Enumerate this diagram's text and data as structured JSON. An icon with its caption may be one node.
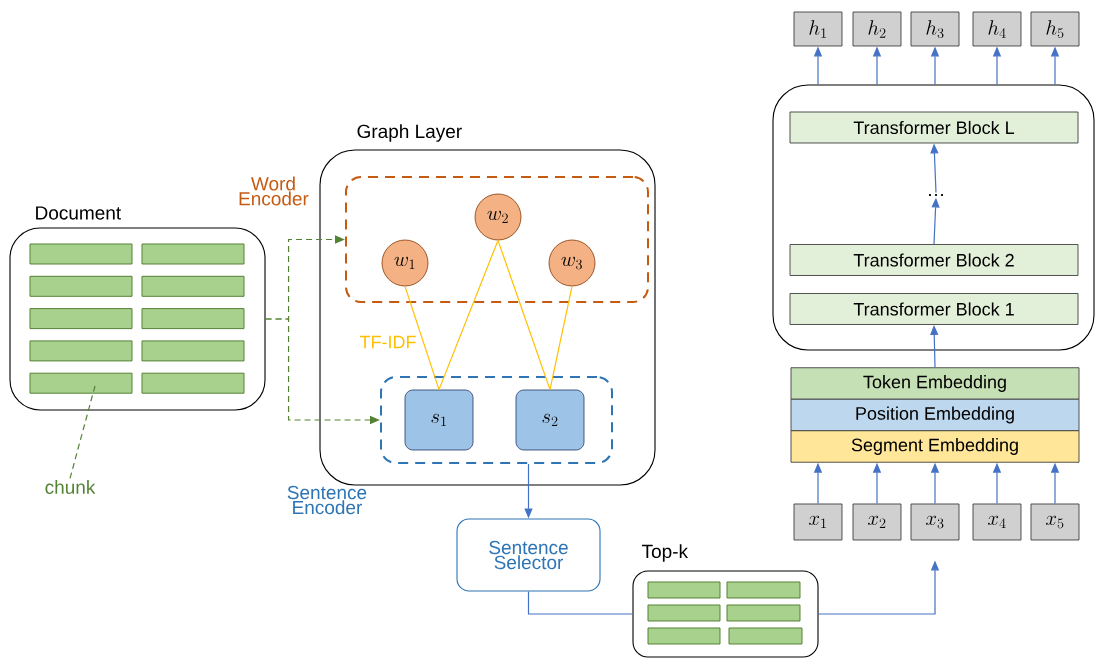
{
  "diagram": {
    "nodes": [
      {
        "text": [
          "Document"
        ]
      },
      {
        "text": [
          "Graph Layer"
        ]
      },
      {
        "text": [
          "Word Encoder"
        ],
        "in": 1
      },
      {
        "text": [
          "w_1"
        ],
        "in": 2
      },
      {
        "text": [
          "w_2"
        ],
        "in": 2
      },
      {
        "text": [
          "w_3"
        ],
        "in": 2
      },
      {
        "text": [
          "Sentence Encoder"
        ],
        "in": 1
      },
      {
        "text": [
          "s_1"
        ],
        "in": 6
      },
      {
        "text": [
          "s_2"
        ],
        "in": 6
      },
      {
        "text": [
          "Sentence Selector"
        ]
      },
      {
        "text": [
          "Top-k"
        ]
      },
      {
        "text": [],
        "shape": "box"
      },
      {
        "text": [
          "Transformer Block L"
        ],
        "in": 11
      },
      {
        "text": [
          "…"
        ],
        "in": 11
      },
      {
        "text": [
          "Transformer Block 2"
        ],
        "in": 11
      },
      {
        "text": [
          "Transformer Block 1"
        ],
        "in": 11
      },
      {
        "text": [
          "Token Embedding"
        ]
      },
      {
        "text": [
          "Position Embedding"
        ]
      },
      {
        "text": [
          "Segment Embedding"
        ]
      },
      {
        "text": [
          "x_1"
        ]
      },
      {
        "text": [
          "x_2"
        ]
      },
      {
        "text": [
          "x_3"
        ]
      },
      {
        "text": [
          "x_4"
        ]
      },
      {
        "text": [
          "x_5"
        ]
      },
      {
        "text": [
          "h_1"
        ]
      },
      {
        "text": [
          "h_2"
        ]
      },
      {
        "text": [
          "h_3"
        ]
      },
      {
        "text": [
          "h_4"
        ]
      },
      {
        "text": [
          "h_5"
        ]
      },
      {
        "text": [
          "chunk"
        ]
      }
    ],
    "edges": [
      {
        "from": 0,
        "to": 2,
        "arrow": "to",
        "style": "dashed",
        "color": "#548235"
      },
      {
        "from": 0,
        "to": 6,
        "arrow": "to",
        "style": "dashed",
        "color": "#548235"
      },
      {
        "from": 29,
        "to": 0,
        "arrow": "none",
        "style": "dashed",
        "color": "#548235"
      },
      {
        "from": 3,
        "to": 7,
        "arrow": "none",
        "color": "#ffc000"
      },
      {
        "from": 4,
        "to": 7,
        "arrow": "none",
        "color": "#ffc000"
      },
      {
        "from": 4,
        "to": 8,
        "arrow": "none",
        "color": "#ffc000"
      },
      {
        "from": 5,
        "to": 8,
        "arrow": "none",
        "color": "#ffc000"
      },
      {
        "from": 6,
        "to": 9,
        "arrow": "to"
      },
      {
        "from": 9,
        "to": 10,
        "arrow": "none"
      },
      {
        "from": 10,
        "to": 21,
        "arrow": "to"
      },
      {
        "from": 19,
        "to": 18,
        "arrow": "to"
      },
      {
        "from": 20,
        "to": 18,
        "arrow": "to"
      },
      {
        "from": 21,
        "to": 18,
        "arrow": "to"
      },
      {
        "from": 22,
        "to": 18,
        "arrow": "to"
      },
      {
        "from": 23,
        "to": 18,
        "arrow": "to"
      },
      {
        "from": 16,
        "to": 15,
        "arrow": "to"
      },
      {
        "from": 14,
        "to": 13,
        "arrow": "to"
      },
      {
        "from": 13,
        "to": 12,
        "arrow": "to"
      },
      {
        "from": 11,
        "to": 24,
        "arrow": "to"
      },
      {
        "from": 11,
        "to": 25,
        "arrow": "to"
      },
      {
        "from": 11,
        "to": 26,
        "arrow": "to"
      },
      {
        "from": 11,
        "to": 27,
        "arrow": "to"
      },
      {
        "from": 11,
        "to": 28,
        "arrow": "to"
      }
    ],
    "labels": [
      "TF-IDF"
    ]
  }
}
